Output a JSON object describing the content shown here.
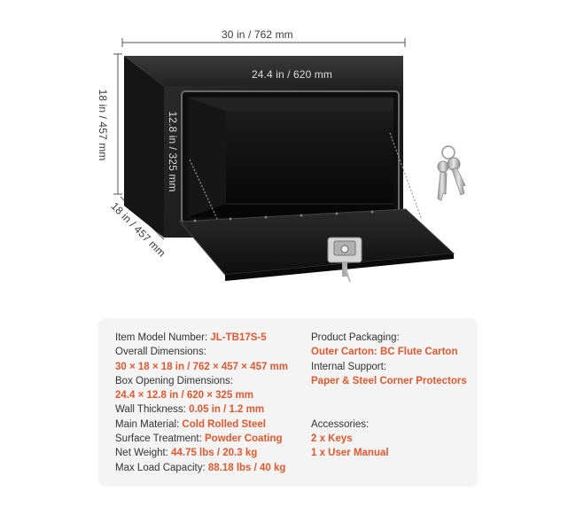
{
  "dimensions": {
    "width": "30 in / 762 mm",
    "height": "18 in / 457 mm",
    "depth": "18 in / 457 mm",
    "opening_width": "24.4 in / 620 mm",
    "opening_height": "12.8 in / 325 mm"
  },
  "specs": {
    "left": [
      {
        "label": "Item Model Number: ",
        "value": "JL-TB17S-5"
      },
      {
        "label": "Overall Dimensions:",
        "value": ""
      },
      {
        "label": "",
        "value": "30 × 18 × 18 in / 762 × 457 × 457 mm"
      },
      {
        "label": "Box Opening Dimensions:",
        "value": ""
      },
      {
        "label": "",
        "value": "24.4 × 12.8 in / 620 × 325 mm"
      },
      {
        "label": "Wall Thickness: ",
        "value": "0.05 in / 1.2 mm"
      },
      {
        "label": "Main Material: ",
        "value": "Cold Rolled Steel"
      },
      {
        "label": "Surface Treatment: ",
        "value": "Powder Coating"
      },
      {
        "label": "Net Weight: ",
        "value": "44.75 lbs / 20.3 kg"
      },
      {
        "label": "Max Load Capacity: ",
        "value": "88.18 lbs / 40 kg"
      }
    ],
    "right": [
      {
        "label": "Product Packaging:",
        "value": ""
      },
      {
        "label": "",
        "value": "Outer Carton: BC Flute Carton"
      },
      {
        "label": "Internal Support:",
        "value": ""
      },
      {
        "label": "",
        "value": "Paper & Steel Corner Protectors"
      },
      {
        "label": "Accessories:",
        "value": ""
      },
      {
        "label": "",
        "value": "2 x Keys"
      },
      {
        "label": "",
        "value": "1 x User Manual"
      }
    ]
  },
  "colors": {
    "accent": "#e2582f",
    "panel": "#f4f4f4",
    "box": "#1a1a1a"
  }
}
